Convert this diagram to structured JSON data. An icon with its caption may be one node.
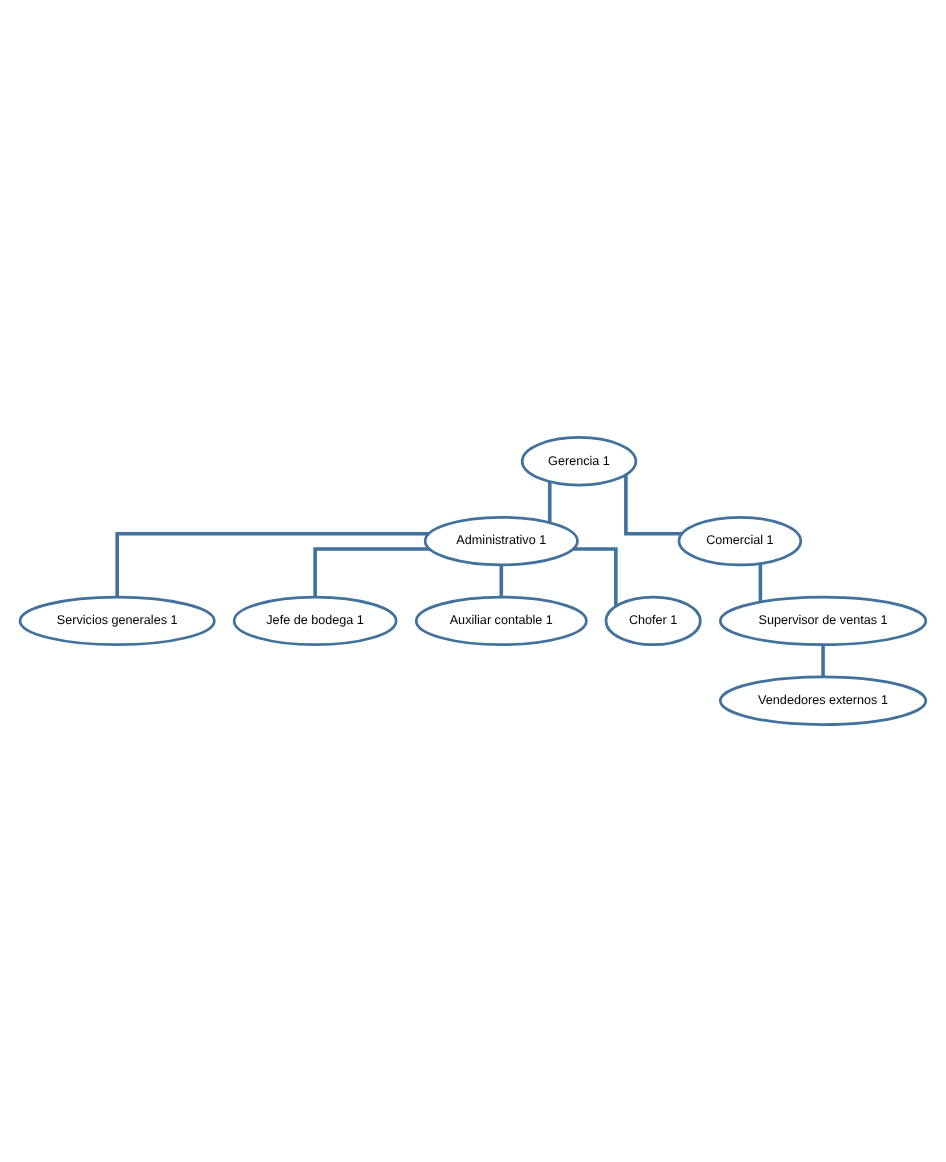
{
  "diagram": {
    "nodes": [
      {
        "text": [
          "Gerencia 1"
        ]
      },
      {
        "text": [
          "Administrativo 1"
        ]
      },
      {
        "text": [
          "Comercial 1"
        ]
      },
      {
        "text": [
          "Servicios generales 1"
        ]
      },
      {
        "text": [
          "Jefe de bodega 1"
        ]
      },
      {
        "text": [
          "Auxiliar contable 1"
        ]
      },
      {
        "text": [
          "Chofer 1"
        ]
      },
      {
        "text": [
          "Supervisor de ventas 1"
        ]
      },
      {
        "text": [
          "Vendedores externos 1"
        ]
      }
    ],
    "edges": [
      {
        "from": 0,
        "to": 1,
        "arrow": "none"
      },
      {
        "from": 0,
        "to": 2,
        "arrow": "none"
      },
      {
        "from": 1,
        "to": 3,
        "arrow": "none"
      },
      {
        "from": 1,
        "to": 4,
        "arrow": "none"
      },
      {
        "from": 1,
        "to": 5,
        "arrow": "none"
      },
      {
        "from": 1,
        "to": 6,
        "arrow": "none"
      },
      {
        "from": 2,
        "to": 7,
        "arrow": "none"
      },
      {
        "from": 7,
        "to": 8,
        "arrow": "none"
      }
    ]
  }
}
